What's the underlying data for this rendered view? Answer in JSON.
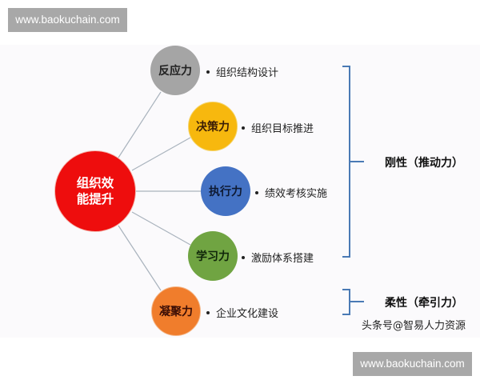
{
  "watermarks": {
    "top": "www.baokuchain.com",
    "bottom": "www.baokuchain.com"
  },
  "diagram": {
    "center": {
      "line1": "组织效",
      "line2": "能提升",
      "color": "#ee0d0d"
    },
    "nodes": [
      {
        "label": "反应力",
        "item": "组织结构设计",
        "color": "#a5a5a5"
      },
      {
        "label": "决策力",
        "item": "组织目标推进",
        "color": "#f7b80e"
      },
      {
        "label": "执行力",
        "item": "绩效考核实施",
        "color": "#4472c4"
      },
      {
        "label": "学习力",
        "item": "激励体系搭建",
        "color": "#70a442"
      },
      {
        "label": "凝聚力",
        "item": "企业文化建设",
        "color": "#f07d2c"
      }
    ],
    "groups": [
      {
        "label": "刚性（推动力）",
        "spans": [
          "反应力",
          "决策力",
          "执行力",
          "学习力"
        ]
      },
      {
        "label": "柔性（牵引力）",
        "spans": [
          "凝聚力"
        ]
      }
    ],
    "bracket_color": "#4a7ab5",
    "connector_color": "#a9b3bd"
  },
  "credit": "头条号@智易人力资源"
}
